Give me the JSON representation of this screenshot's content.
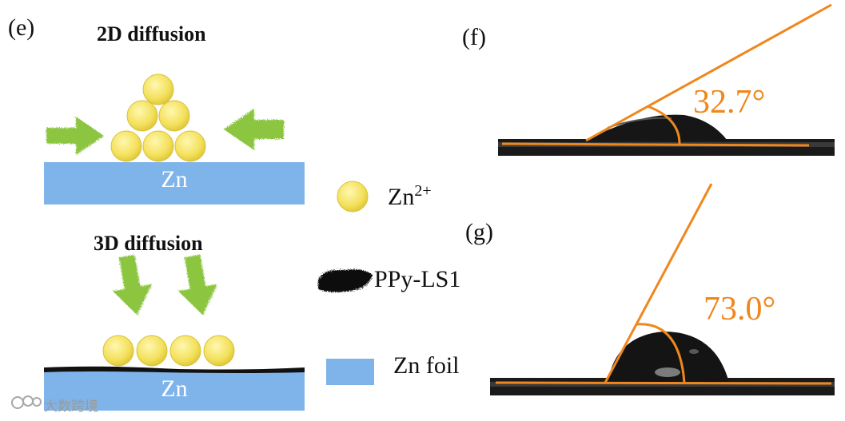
{
  "panel_e": {
    "label": "(e)",
    "title_2d": "2D diffusion",
    "title_3d": "3D diffusion",
    "substrate_top": "Zn",
    "substrate_bottom": "Zn"
  },
  "legend": {
    "ion_label_base": "Zn",
    "ion_label_sup": "2+",
    "coating_label": "PPy-LS1",
    "foil_label": "Zn foil"
  },
  "panel_f": {
    "label": "(f)",
    "angle": "32.7°"
  },
  "panel_g": {
    "label": "(g)",
    "angle": "73.0°"
  },
  "watermark": "大数跨境",
  "colors": {
    "zinc": "#7fb4ea",
    "ion": "#f5e46a",
    "arrow": "#8cc63f",
    "angle_line": "#f0871d"
  }
}
